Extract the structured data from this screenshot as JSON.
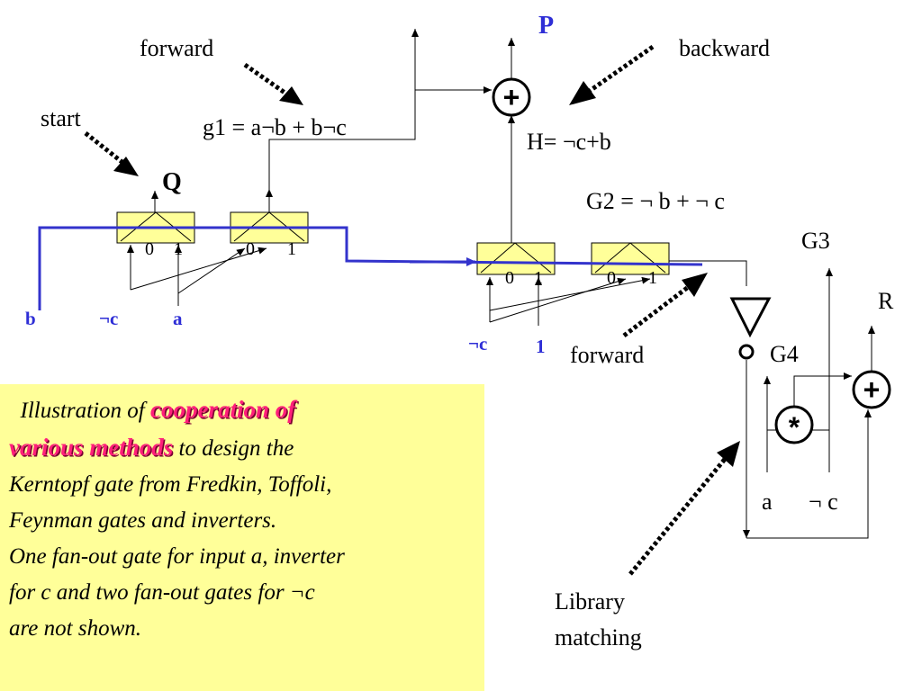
{
  "labels": {
    "forward_top": "forward",
    "backward": "backward",
    "start": "start",
    "g1": "g1 = a¬b + b¬c",
    "Q": "Q",
    "P": "P",
    "H": "H= ¬c+b",
    "G2": "G2 = ¬ b + ¬ c",
    "G3": "G3",
    "G4": "G4",
    "R": "R",
    "in_b": "b",
    "in_not_c": "¬c",
    "in_a": "a",
    "in_not_c2": "¬c",
    "in_one": "1",
    "forward_bottom": "forward",
    "bottom_a": "a",
    "bottom_not_c": "¬ c",
    "library": "Library",
    "matching": "matching",
    "gate_port_0": "0",
    "gate_port_1": "1"
  },
  "symbols": {
    "plus": "+",
    "star": "*"
  },
  "note": {
    "line1_prefix": "Illustration of ",
    "line1_highlight": "cooperation of",
    "line2_highlight": "various methods",
    "line2_suffix": " to design the",
    "line3": "Kerntopf gate from Fredkin, Toffoli,",
    "line4": "Feynman gates and inverters.",
    "line5": "One fan-out gate for input a, inverter",
    "line6": "for c and two fan-out gates for ¬c",
    "line7": "are not shown."
  },
  "colors": {
    "blue_path": "#3333cc",
    "gate_fill": "#ffff99",
    "note_bg": "#ffff99",
    "highlight": "#ff1f7a"
  }
}
